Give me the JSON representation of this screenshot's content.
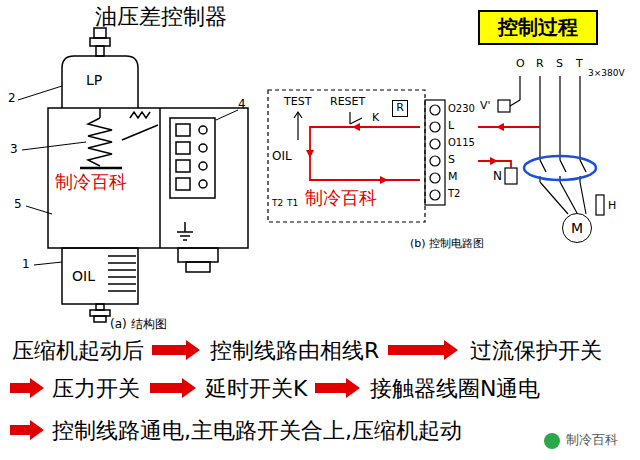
{
  "diagram": {
    "title": "油压差控制器",
    "nodes": [
      {
        "text": [
          "控制过程"
        ]
      },
      {
        "text": [
          "R"
        ]
      },
      {
        "text": [
          "M"
        ]
      }
    ],
    "labels": [
      "LP",
      "OIL",
      "1",
      "2",
      "3",
      "4",
      "5",
      "(a) 结构图",
      "制冷百科",
      "制冷百科",
      "TEST",
      "RESET",
      "K",
      "OIL",
      "T2",
      "T1",
      "O230",
      "L",
      "O115",
      "S",
      "M",
      "T2",
      "V'",
      "N",
      "O",
      "R",
      "S",
      "T",
      "3×380V",
      "H",
      "(b) 控制电路图",
      "压缩机起动后",
      "控制线路由相线R",
      "过流保护开关",
      "压力开关",
      "延时开关K",
      "接触器线圈N通电",
      "控制线路通电,主电路开关合上,压缩机起动",
      "制冷百科"
    ]
  }
}
